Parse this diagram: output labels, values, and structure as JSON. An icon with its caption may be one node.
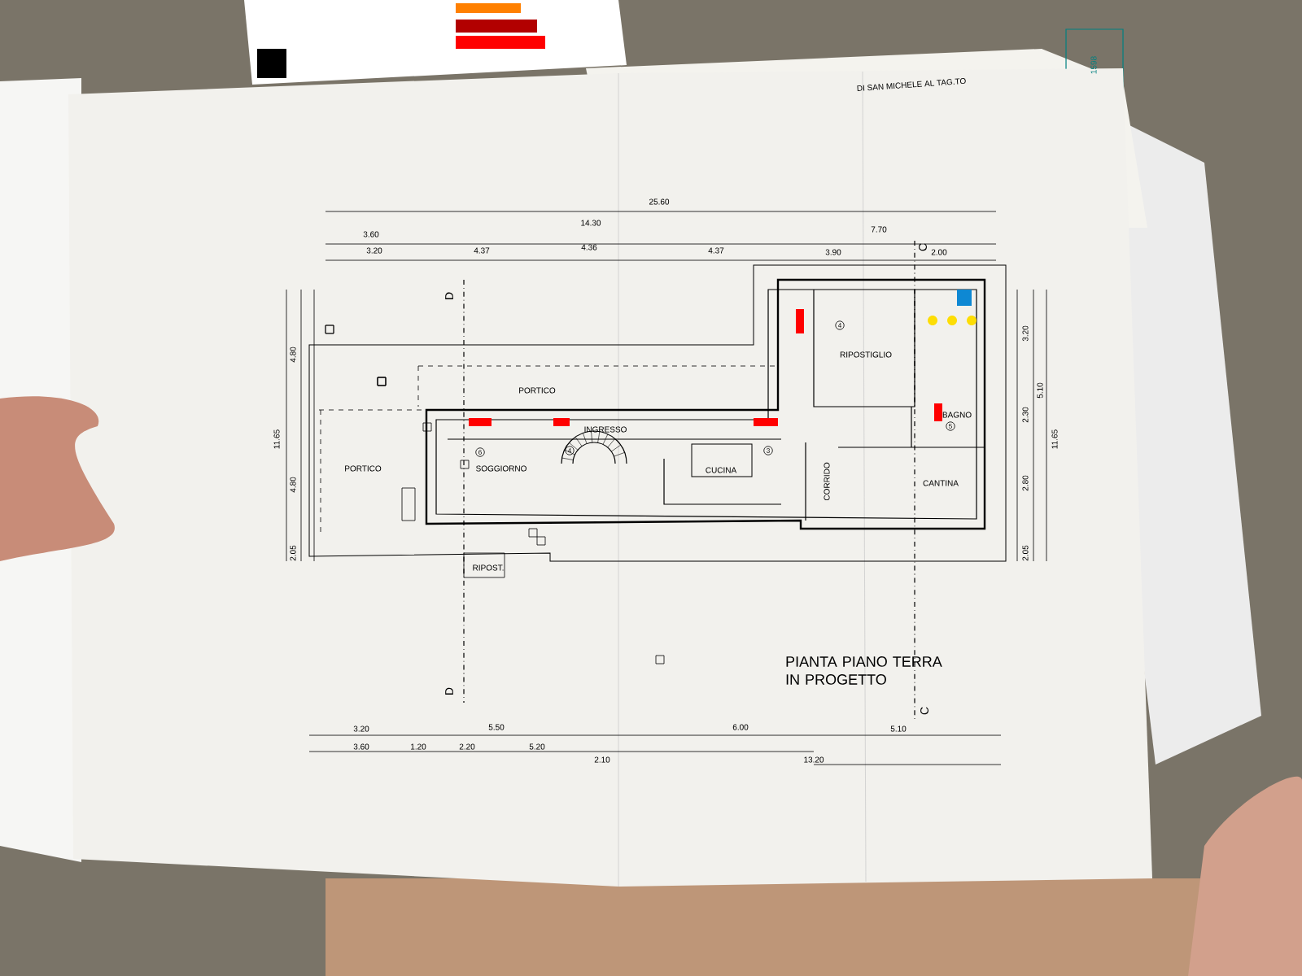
{
  "diagram": {
    "title": "PIANTA PIANO TERRA IN PROGETTO",
    "labels": [
      "DI SAN MICHELE AL TAG.TO",
      "1598",
      "25.60",
      "3.60",
      "14.30",
      "7.70",
      "3.20",
      "4.37",
      "4.36",
      "4.37",
      "3.90",
      "2.00",
      "11.65",
      "4.80",
      "4.80",
      "2.05",
      "3.20",
      "2.30",
      "2.80",
      "2.05",
      "5.10",
      "11.65",
      "3.20",
      "5.50",
      "6.00",
      "5.10",
      "3.60",
      "1.20",
      "2.20",
      "5.20",
      "2.10",
      "13.20",
      "PORTICO",
      "PORTICO",
      "SOGGIORNO",
      "INGRESSO",
      "CUCINA",
      "RIPOSTIGLIO",
      "BAGNO",
      "CANTINA",
      "CORRIDO",
      "RIPOST.",
      "D",
      "D",
      "C",
      "C",
      "6",
      "4",
      "3",
      "4",
      "5"
    ]
  }
}
